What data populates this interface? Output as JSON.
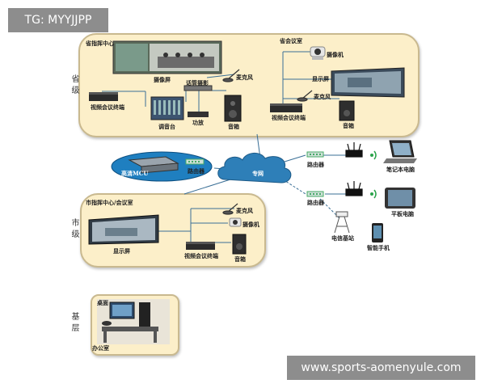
{
  "watermark": {
    "top_left": "TG: MYYJJPP",
    "bottom_right": "www.sports-aomenyule.com"
  },
  "levels": {
    "province": "省级",
    "city": "市级",
    "grassroots": "基层"
  },
  "province": {
    "command_center": "省指挥中心",
    "conference_room": "省会议室",
    "camera_a": "摄像屏",
    "video_terminal_a": "视频会议终端",
    "mixer": "调音台",
    "amplifier": "功放",
    "processor": "话筒摄影",
    "mic_a": "麦克风",
    "speaker_a": "音箱",
    "camera_b": "摄像机",
    "display_b": "显示屏",
    "mic_b": "麦克风",
    "video_terminal_b": "视频会议终端",
    "speaker_b": "音箱"
  },
  "network": {
    "mcu": "高清MCU",
    "router_mcu": "路由器",
    "cloud": "专网",
    "router_1": "路由器",
    "router_2": "路由器",
    "laptop": "笔记本电脑",
    "tablet": "平板电脑",
    "base_station": "电信基站",
    "smartphone": "智能手机"
  },
  "city": {
    "title": "市指挥中心/会议室",
    "display": "显示屏",
    "mic": "麦克风",
    "camera": "摄像机",
    "video_terminal": "视频会议终端",
    "speaker": "音箱"
  },
  "grassroots": {
    "desktop": "桌面",
    "office": "办公室"
  },
  "colors": {
    "panel": "#fcefc9",
    "panel_border": "#c9b98f",
    "line": "#3a6f96",
    "cloud": "#2e7fb8",
    "mcu_oval": "#1f7fc0"
  }
}
